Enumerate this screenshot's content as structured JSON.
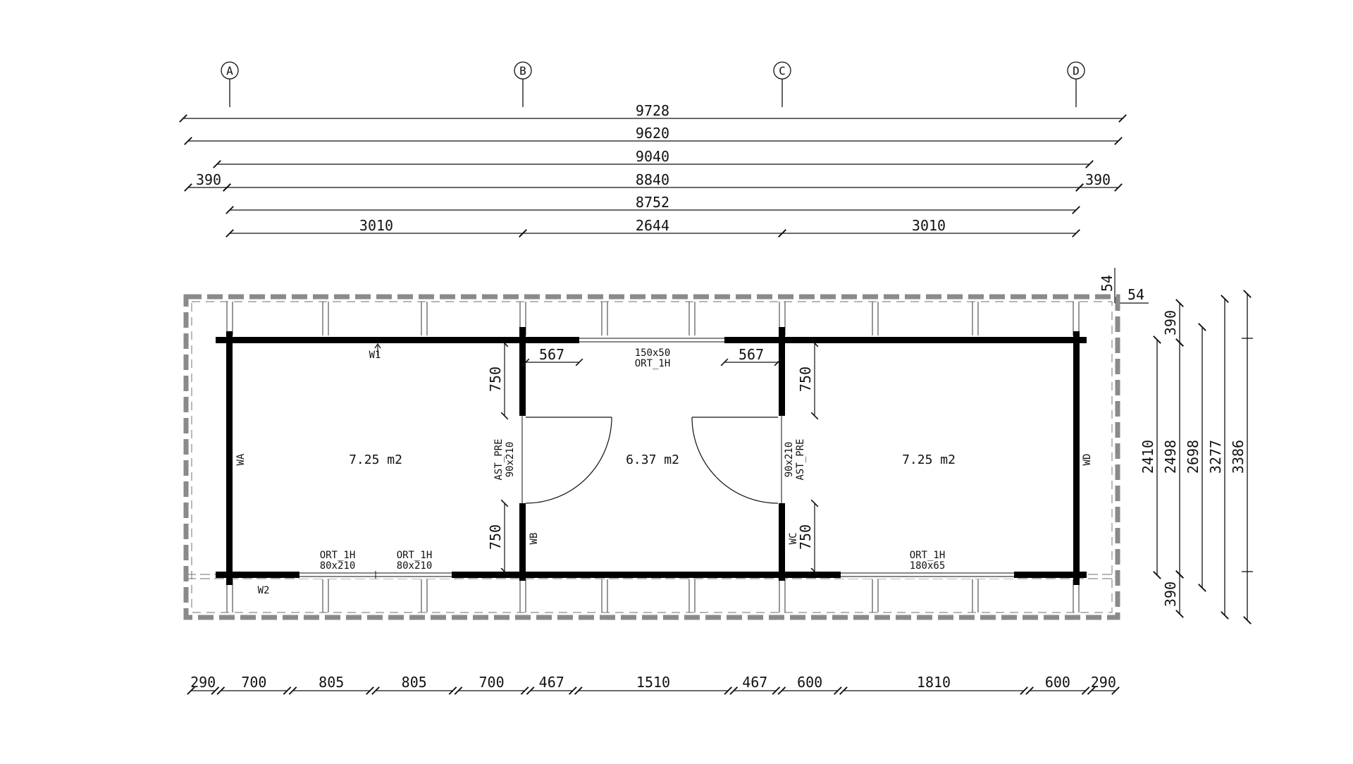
{
  "grid_axes": [
    "A",
    "B",
    "C",
    "D"
  ],
  "top_dimensions": {
    "overall_1": "9728",
    "overall_2": "9620",
    "overall_3": "9040",
    "overhang_left": "390",
    "overall_4": "8840",
    "overhang_right": "390",
    "overall_5": "8752",
    "bays": [
      "3010",
      "2644",
      "3010"
    ]
  },
  "corner_dims": [
    "54",
    "54"
  ],
  "rooms": [
    {
      "area": "7.25 m2"
    },
    {
      "area": "6.37 m2"
    },
    {
      "area": "7.25 m2"
    }
  ],
  "wall_tags": [
    "W1",
    "W2",
    "WA",
    "WB",
    "WC",
    "WD"
  ],
  "openings": {
    "window_top": {
      "size": "150x50",
      "type": "ORT_1H"
    },
    "window_bl1": {
      "type": "ORT_1H",
      "size": "80x210"
    },
    "window_bl2": {
      "type": "ORT_1H",
      "size": "80x210"
    },
    "window_br": {
      "type": "ORT_1H",
      "size": "180x65"
    },
    "door_left": {
      "type": "AST_PRE",
      "size": "90x210"
    },
    "door_right": {
      "type": "AST_PRE",
      "size": "90x210"
    }
  },
  "interior_dims": {
    "offset_left": "567",
    "offset_right": "567",
    "v1": "750",
    "v2": "750",
    "v3": "750",
    "v4": "750"
  },
  "right_dimensions": {
    "overhang_top": "390",
    "d1": "2410",
    "d2": "2498",
    "d3": "2698",
    "d4": "3277",
    "d5": "3386",
    "overhang_bottom": "390"
  },
  "bottom_dimensions": [
    "290",
    "700",
    "805",
    "805",
    "700",
    "467",
    "1510",
    "467",
    "600",
    "1810",
    "600",
    "290"
  ],
  "colors": {
    "ink": "#111111",
    "dashed_gray": "#8a8a8a",
    "wall": "#000000"
  }
}
